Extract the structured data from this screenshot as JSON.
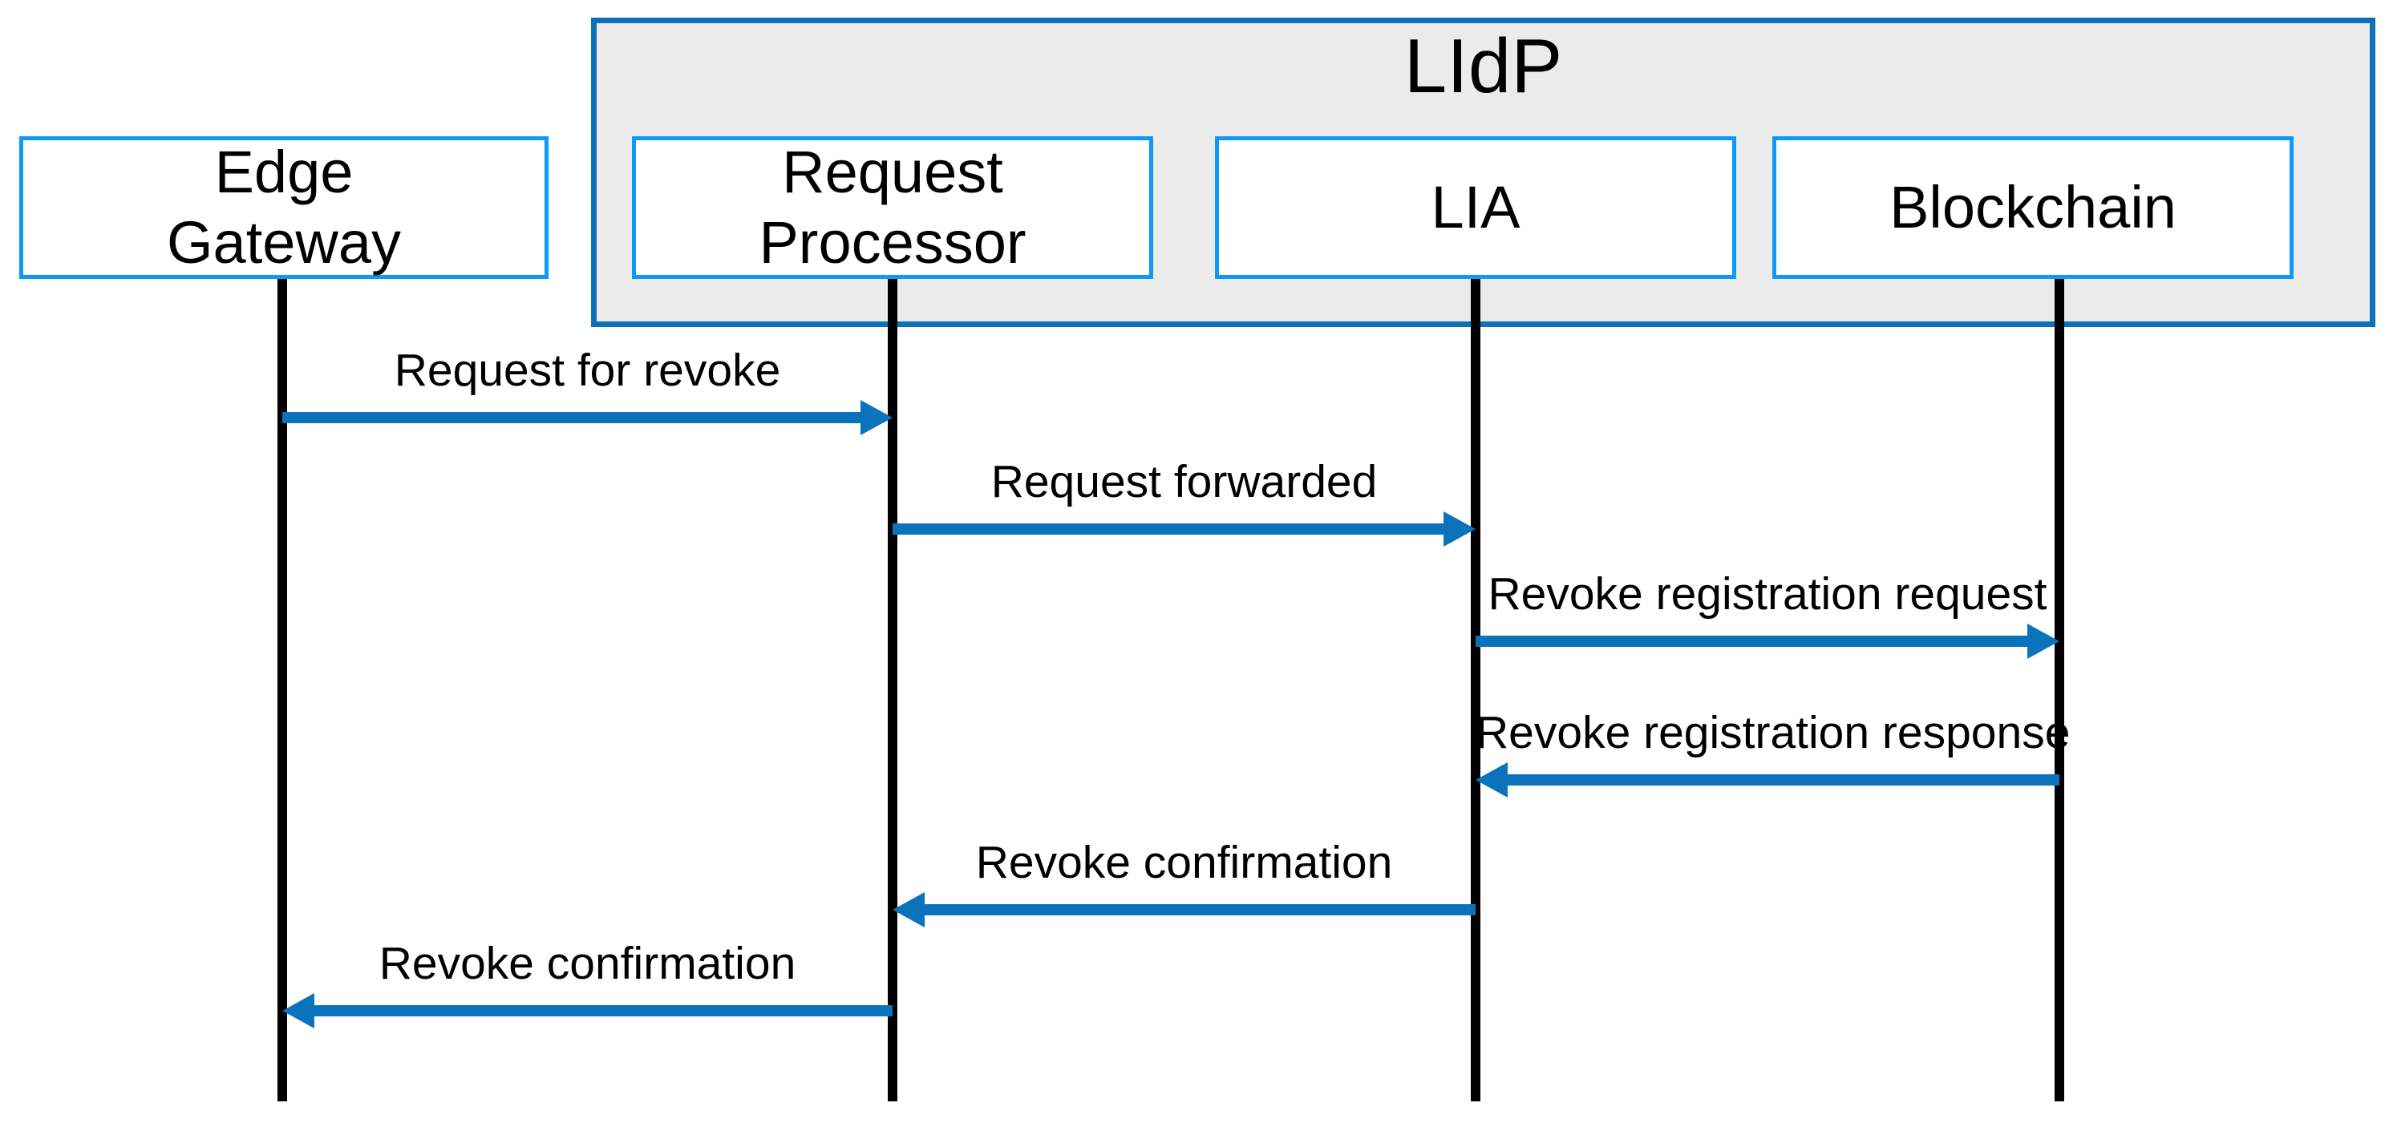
{
  "diagram": {
    "type": "sequence-diagram",
    "group_label": "LIdP",
    "colors": {
      "background": "#ffffff",
      "group_border": "#0b72b9",
      "group_fill": "#ebebeb",
      "actor_border": "#0d9af7",
      "arrow": "#0b73bb",
      "lifeline": "#000000",
      "text": "#000000"
    }
  },
  "actors": [
    {
      "id": "edge-gateway",
      "name": "Edge\nGateway",
      "in_group": false
    },
    {
      "id": "request-processor",
      "name": "Request\nProcessor",
      "in_group": true
    },
    {
      "id": "lia",
      "name": "LIA",
      "in_group": true
    },
    {
      "id": "blockchain",
      "name": "Blockchain",
      "in_group": true
    }
  ],
  "messages": [
    {
      "label": "Request for revoke",
      "from": "Edge Gateway",
      "to": "Request Processor",
      "direction": "right"
    },
    {
      "label": "Request forwarded",
      "from": "Request Processor",
      "to": "LIA",
      "direction": "right"
    },
    {
      "label": "Revoke registration request",
      "from": "LIA",
      "to": "Blockchain",
      "direction": "right"
    },
    {
      "label": "Revoke registration response",
      "from": "Blockchain",
      "to": "LIA",
      "direction": "left"
    },
    {
      "label": "Revoke confirmation",
      "from": "LIA",
      "to": "Request Processor",
      "direction": "left"
    },
    {
      "label": "Revoke confirmation",
      "from": "Request Processor",
      "to": "Edge Gateway",
      "direction": "left"
    }
  ]
}
